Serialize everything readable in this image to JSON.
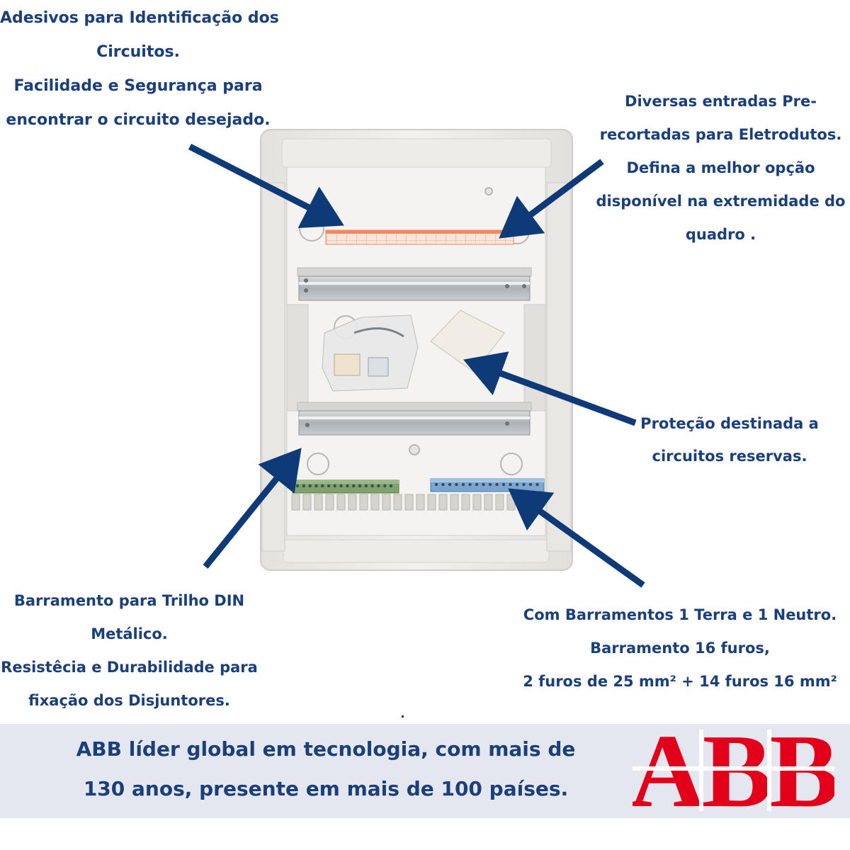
{
  "annotations": {
    "top_left": [
      "Adesivos para Identificação dos",
      "Circuitos.",
      "Facilidade e Segurança para",
      "encontrar o circuito desejado."
    ],
    "top_right": [
      "Diversas entradas Pre-",
      "recortadas para Eletrodutos.",
      "Defina a melhor opção",
      "disponível na extremidade do",
      "quadro ."
    ],
    "middle_right": [
      "Proteção destinada a",
      "circuitos reservas."
    ],
    "bottom_left": [
      "Barramento para Trilho DIN",
      "Metálico.",
      "Resistêcia e Durabilidade para",
      "fixação dos Disjuntores."
    ],
    "bottom_right": [
      "Com Barramentos 1 Terra e 1 Neutro.",
      "Barramento 16 furos,",
      "2 furos de 25 mm² + 14 furos 16 mm²"
    ]
  },
  "footer": {
    "line1": "ABB líder global em tecnologia, com mais de",
    "line2": "130 anos, presente em mais de 100 países."
  },
  "logo": {
    "text": "ABB",
    "color": "#e2001a"
  },
  "colors": {
    "text": "#1a3f7a",
    "arrow": "#0f3a78",
    "footer_bg": "#e4e7ef"
  }
}
